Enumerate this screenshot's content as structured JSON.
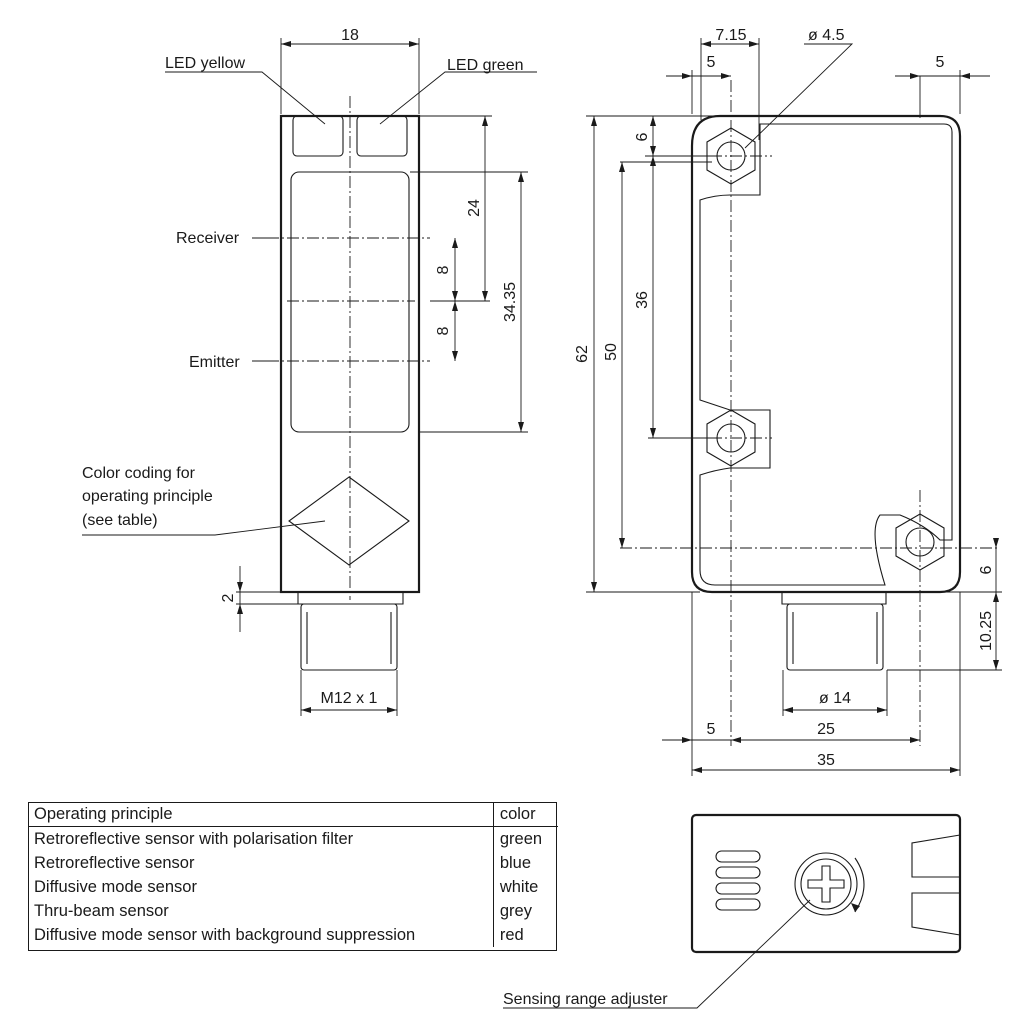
{
  "side_view": {
    "width_dim": "18",
    "led_yellow": "LED yellow",
    "led_green": "LED green",
    "receiver": "Receiver",
    "emitter": "Emitter",
    "color_coding": [
      "Color coding for",
      "operating principle",
      "(see table)"
    ],
    "dim_24": "24",
    "dim_8a": "8",
    "dim_8b": "8",
    "dim_3435": "34.35",
    "dim_2": "2",
    "thread": "M12 x 1"
  },
  "front_view": {
    "dim_715": "7.15",
    "dim_hole": "ø 4.5",
    "dim_5_top_left": "5",
    "dim_5_top_right": "5",
    "dim_6_top": "6",
    "dim_36": "36",
    "dim_50": "50",
    "dim_62": "62",
    "dim_6_bottom": "6",
    "dim_1025": "10.25",
    "dim_14": "ø 14",
    "dim_5_bottom": "5",
    "dim_25": "25",
    "dim_35": "35"
  },
  "table": {
    "headers": [
      "Operating principle",
      "color"
    ],
    "rows": [
      [
        "Retroreflective sensor with polarisation filter",
        "green"
      ],
      [
        "Retroreflective sensor",
        "blue"
      ],
      [
        "Diffusive mode sensor",
        "white"
      ],
      [
        "Thru-beam sensor",
        "grey"
      ],
      [
        "Diffusive mode sensor with background suppression",
        "red"
      ]
    ]
  },
  "top_view": {
    "adjuster_label": "Sensing range adjuster"
  }
}
